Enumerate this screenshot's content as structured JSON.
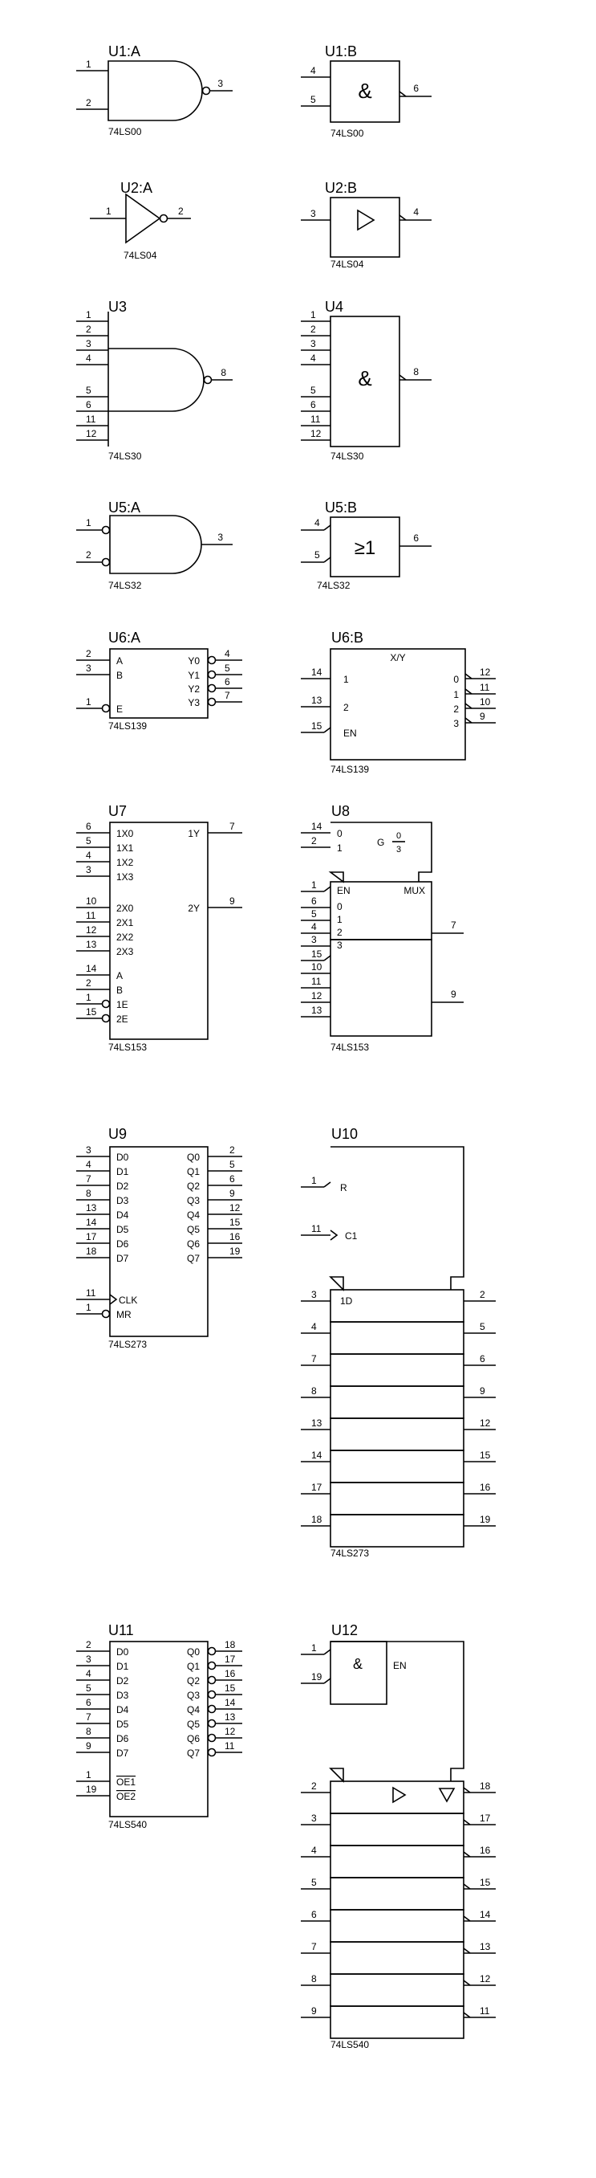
{
  "schematic": {
    "components": [
      {
        "ref": "U1:A",
        "part": "74LS00",
        "style": "Distinctive NAND",
        "pins_in": [
          "1",
          "2"
        ],
        "pins_out": [
          "3"
        ]
      },
      {
        "ref": "U1:B",
        "part": "74LS00",
        "style": "IEC",
        "symbol": "&",
        "pins_in": [
          "4",
          "5"
        ],
        "pins_out": [
          "6"
        ]
      },
      {
        "ref": "U2:A",
        "part": "74LS04",
        "style": "Distinctive inverter",
        "pins_in": [
          "1"
        ],
        "pins_out": [
          "2"
        ]
      },
      {
        "ref": "U2:B",
        "part": "74LS04",
        "style": "IEC",
        "pins_in": [
          "3"
        ],
        "pins_out": [
          "4"
        ]
      },
      {
        "ref": "U3",
        "part": "74LS30",
        "style": "Distinctive NAND",
        "pins_in": [
          "1",
          "2",
          "3",
          "4",
          "5",
          "6",
          "11",
          "12"
        ],
        "pins_out": [
          "8"
        ]
      },
      {
        "ref": "U4",
        "part": "74LS30",
        "style": "IEC",
        "symbol": "&",
        "pins_in": [
          "1",
          "2",
          "3",
          "4",
          "5",
          "6",
          "11",
          "12"
        ],
        "pins_out": [
          "8"
        ]
      },
      {
        "ref": "U5:A",
        "part": "74LS32",
        "style": "Distinctive OR, inverted inputs",
        "pins_in": [
          "1",
          "2"
        ],
        "pins_out": [
          "3"
        ]
      },
      {
        "ref": "U5:B",
        "part": "74LS32",
        "style": "IEC",
        "symbol": "≥1",
        "pins_in": [
          "4",
          "5"
        ],
        "pins_out": [
          "6"
        ]
      },
      {
        "ref": "U6:A",
        "part": "74LS139",
        "inputs": [
          {
            "pin": "2",
            "label": "A"
          },
          {
            "pin": "3",
            "label": "B"
          },
          {
            "pin": "1",
            "label": "E"
          }
        ],
        "outputs": [
          {
            "pin": "4",
            "label": "Y0"
          },
          {
            "pin": "5",
            "label": "Y1"
          },
          {
            "pin": "6",
            "label": "Y2"
          },
          {
            "pin": "7",
            "label": "Y3"
          }
        ]
      },
      {
        "ref": "U6:B",
        "part": "74LS139",
        "header": "X/Y",
        "inputs": [
          {
            "pin": "14",
            "label": "1"
          },
          {
            "pin": "13",
            "label": "2"
          },
          {
            "pin": "15",
            "label": "EN"
          }
        ],
        "outputs": [
          {
            "pin": "12",
            "label": "0"
          },
          {
            "pin": "11",
            "label": "1"
          },
          {
            "pin": "10",
            "label": "2"
          },
          {
            "pin": "9",
            "label": "3"
          }
        ]
      },
      {
        "ref": "U7",
        "part": "74LS153",
        "inputs": [
          {
            "pin": "6",
            "label": "1X0"
          },
          {
            "pin": "5",
            "label": "1X1"
          },
          {
            "pin": "4",
            "label": "1X2"
          },
          {
            "pin": "3",
            "label": "1X3"
          },
          {
            "pin": "10",
            "label": "2X0"
          },
          {
            "pin": "11",
            "label": "2X1"
          },
          {
            "pin": "12",
            "label": "2X2"
          },
          {
            "pin": "13",
            "label": "2X3"
          },
          {
            "pin": "14",
            "label": "A"
          },
          {
            "pin": "2",
            "label": "B"
          },
          {
            "pin": "1",
            "label": "1E"
          },
          {
            "pin": "15",
            "label": "2E"
          }
        ],
        "outputs": [
          {
            "pin": "7",
            "label": "1Y"
          },
          {
            "pin": "9",
            "label": "2Y"
          }
        ]
      },
      {
        "ref": "U8",
        "part": "74LS153",
        "control": {
          "pins": [
            {
              "pin": "14",
              "label": "0"
            },
            {
              "pin": "2",
              "label": "1"
            }
          ],
          "label": "G",
          "fraction_num": "0",
          "fraction_den": "3"
        },
        "upper": {
          "header": "MUX",
          "pins": [
            {
              "pin": "1",
              "label": "EN"
            },
            {
              "pin": "6",
              "label": "0"
            },
            {
              "pin": "5",
              "label": "1"
            },
            {
              "pin": "4",
              "label": "2"
            },
            {
              "pin": "3",
              "label": "3"
            }
          ],
          "out": "7"
        },
        "lower": {
          "pins": [
            "15",
            "10",
            "11",
            "12",
            "13"
          ],
          "out": "9"
        }
      },
      {
        "ref": "U9",
        "part": "74LS273",
        "inputs": [
          {
            "pin": "3",
            "label": "D0"
          },
          {
            "pin": "4",
            "label": "D1"
          },
          {
            "pin": "7",
            "label": "D2"
          },
          {
            "pin": "8",
            "label": "D3"
          },
          {
            "pin": "13",
            "label": "D4"
          },
          {
            "pin": "14",
            "label": "D5"
          },
          {
            "pin": "17",
            "label": "D6"
          },
          {
            "pin": "18",
            "label": "D7"
          },
          {
            "pin": "11",
            "label": "CLK"
          },
          {
            "pin": "1",
            "label": "MR"
          }
        ],
        "outputs": [
          {
            "pin": "2",
            "label": "Q0"
          },
          {
            "pin": "5",
            "label": "Q1"
          },
          {
            "pin": "6",
            "label": "Q2"
          },
          {
            "pin": "9",
            "label": "Q3"
          },
          {
            "pin": "12",
            "label": "Q4"
          },
          {
            "pin": "15",
            "label": "Q5"
          },
          {
            "pin": "16",
            "label": "Q6"
          },
          {
            "pin": "19",
            "label": "Q7"
          }
        ]
      },
      {
        "ref": "U10",
        "part": "74LS273",
        "control": [
          {
            "pin": "1",
            "label": "R"
          },
          {
            "pin": "11",
            "label": "C1"
          }
        ],
        "first_label": "1D",
        "rows": [
          {
            "in": "3",
            "out": "2"
          },
          {
            "in": "4",
            "out": "5"
          },
          {
            "in": "7",
            "out": "6"
          },
          {
            "in": "8",
            "out": "9"
          },
          {
            "in": "13",
            "out": "12"
          },
          {
            "in": "14",
            "out": "15"
          },
          {
            "in": "17",
            "out": "16"
          },
          {
            "in": "18",
            "out": "19"
          }
        ]
      },
      {
        "ref": "U11",
        "part": "74LS540",
        "inputs": [
          {
            "pin": "2",
            "label": "D0"
          },
          {
            "pin": "3",
            "label": "D1"
          },
          {
            "pin": "4",
            "label": "D2"
          },
          {
            "pin": "5",
            "label": "D3"
          },
          {
            "pin": "6",
            "label": "D4"
          },
          {
            "pin": "7",
            "label": "D5"
          },
          {
            "pin": "8",
            "label": "D6"
          },
          {
            "pin": "9",
            "label": "D7"
          },
          {
            "pin": "1",
            "label": "OE1"
          },
          {
            "pin": "19",
            "label": "OE2"
          }
        ],
        "outputs": [
          {
            "pin": "18",
            "label": "Q0"
          },
          {
            "pin": "17",
            "label": "Q1"
          },
          {
            "pin": "16",
            "label": "Q2"
          },
          {
            "pin": "15",
            "label": "Q3"
          },
          {
            "pin": "14",
            "label": "Q4"
          },
          {
            "pin": "13",
            "label": "Q5"
          },
          {
            "pin": "12",
            "label": "Q6"
          },
          {
            "pin": "11",
            "label": "Q7"
          }
        ]
      },
      {
        "ref": "U12",
        "part": "74LS540",
        "control": {
          "pins": [
            "1",
            "19"
          ],
          "symbol": "&",
          "label": "EN"
        },
        "rows": [
          {
            "in": "2",
            "out": "18"
          },
          {
            "in": "3",
            "out": "17"
          },
          {
            "in": "4",
            "out": "16"
          },
          {
            "in": "5",
            "out": "15"
          },
          {
            "in": "6",
            "out": "14"
          },
          {
            "in": "7",
            "out": "13"
          },
          {
            "in": "8",
            "out": "12"
          },
          {
            "in": "9",
            "out": "11"
          }
        ]
      }
    ]
  }
}
